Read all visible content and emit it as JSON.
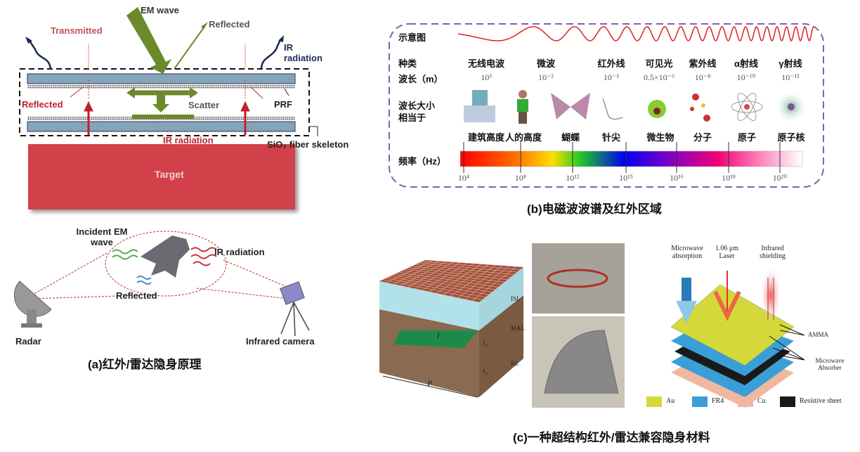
{
  "panel_a": {
    "top": {
      "em_wave": "EM wave",
      "reflected_top": "Reflected",
      "transmitted": "Transmitted",
      "ir_radiation_right": "IR radiation",
      "reflected_left": "Reflected",
      "scatter": "Scatter",
      "prf": "PRF",
      "ir_radiation_bottom": "IR radiation",
      "sio2_skeleton": "SiO₂ fiber skeleton",
      "target": "Target"
    },
    "bottom": {
      "incident": "Incident EM wave",
      "ir_radiation": "IR radiation",
      "reflected": "Reflected",
      "radar": "Radar",
      "camera": "Infrared camera"
    },
    "caption": "(a)红外/雷达隐身原理"
  },
  "panel_b": {
    "row_labels": {
      "schematic": "示意图",
      "type": "种类",
      "wavelength": "波长（m）",
      "size": "波长大小相当于",
      "frequency": "频率（Hz）"
    },
    "columns": [
      {
        "type": "无线电波",
        "wavelength": "10³",
        "size": "建筑高度",
        "icon": "building-icon"
      },
      {
        "type": "微波",
        "wavelength": "10⁻²",
        "size": "人的高度",
        "icon": "person-icon"
      },
      {
        "type": "红外线",
        "wavelength": "10⁻⁵",
        "size": "蝴蝶",
        "icon": "butterfly-icon"
      },
      {
        "type": "可见光",
        "wavelength": "0.5×10⁻⁶",
        "size": "针尖",
        "icon": "needle-icon"
      },
      {
        "type": "紫外线",
        "wavelength": "10⁻⁸",
        "size": "微生物",
        "icon": "microbe-icon"
      },
      {
        "type": "α射线",
        "wavelength": "10⁻¹⁰",
        "size": "分子",
        "icon": "molecule-icon"
      },
      {
        "type": "γ射线",
        "wavelength": "10⁻¹²",
        "size": "原子",
        "icon": "atom-icon"
      },
      {
        "type": "",
        "wavelength": "",
        "size": "原子核",
        "icon": "nucleus-icon"
      }
    ],
    "frequency_ticks": [
      "10⁴",
      "10⁸",
      "10¹²",
      "10¹⁵",
      "10¹⁶",
      "10¹⁸",
      "10²⁰"
    ],
    "caption": "(b)电磁波波谱及红外区域"
  },
  "panel_c": {
    "structure_labels": {
      "isl": "ISL",
      "mal": "MAL",
      "rl": "RL",
      "l": "l",
      "t1": "t₁",
      "t2": "t₂",
      "p": "P"
    },
    "amma": {
      "microwave": "Microwave absorption",
      "laser": "1.06 μm Laser",
      "infrared": "Infrared shielding",
      "amma": "AMMA",
      "absorber": "Microwave Absorber"
    },
    "legend": [
      {
        "label": "Au",
        "color": "#d4d83a"
      },
      {
        "label": "FR4",
        "color": "#3a9fd6"
      },
      {
        "label": "Cu",
        "color": "#f0b8a0"
      },
      {
        "label": "Resistive sheet",
        "color": "#1a1a1a"
      }
    ],
    "caption": "(c)一种超结构红外/雷达兼容隐身材料"
  }
}
